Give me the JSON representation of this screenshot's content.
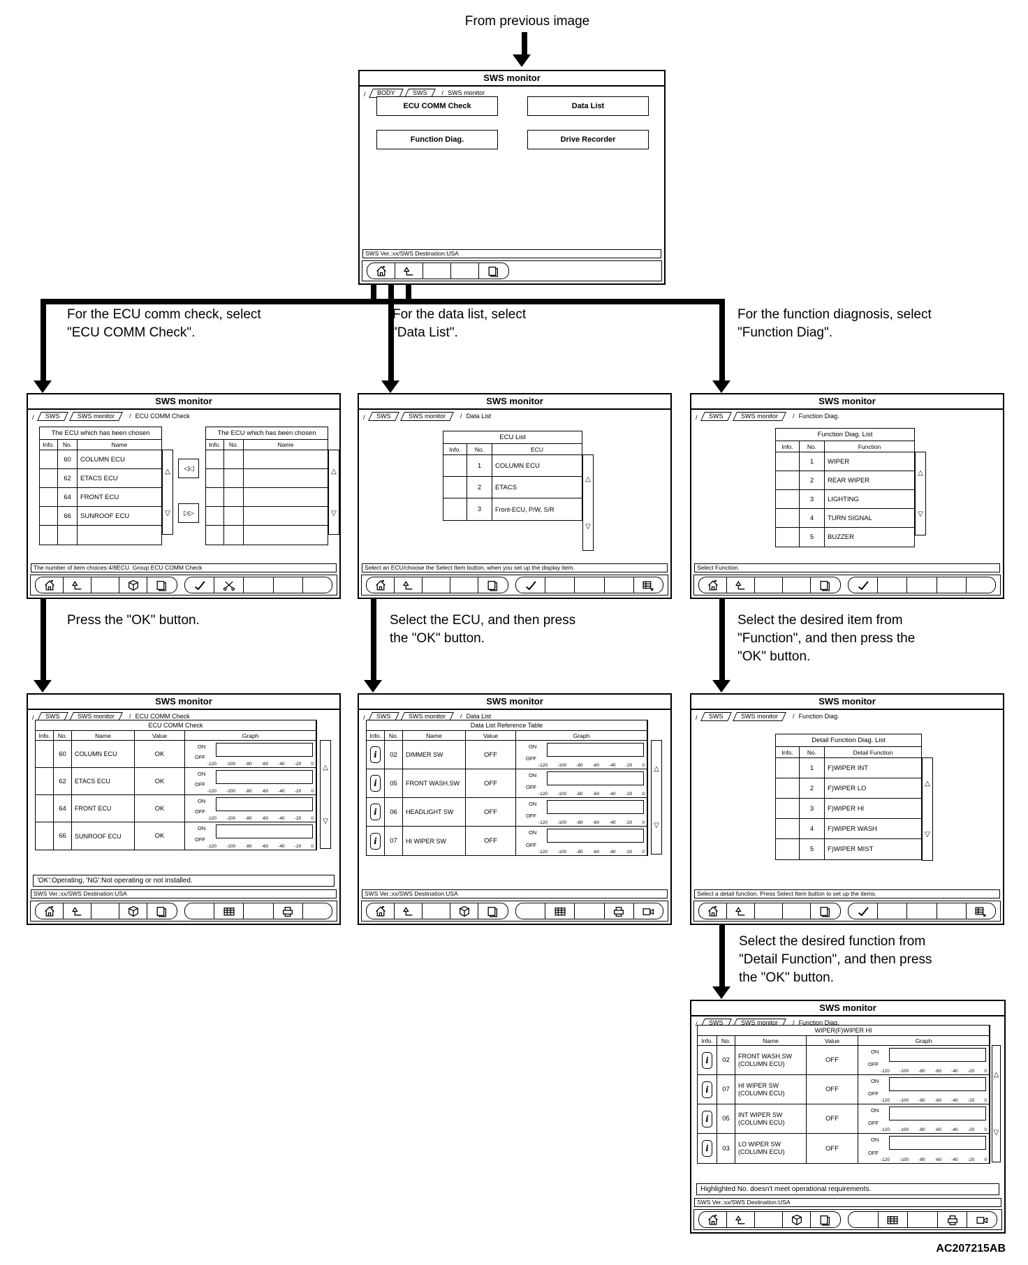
{
  "colors": {
    "ink": "#000000",
    "paper": "#ffffff"
  },
  "flow": {
    "from_previous": "From previous image",
    "branch_ecu": "For the ECU comm check, select\n\"ECU COMM Check\".",
    "branch_data": "For the data list, select\n\"Data List\".",
    "branch_func": "For the function diagnosis, select\n\"Function Diag\".",
    "press_ok": "Press the \"OK\" button.",
    "select_ecu_ok": "Select the ECU, and then press\nthe \"OK\" button.",
    "select_item_ok": "Select the desired item from\n\"Function\", and then press the\n\"OK\" button.",
    "select_detail_ok": "Select the desired function from\n\"Detail Function\", and then press\nthe \"OK\" button.",
    "figure_code": "AC207215AB"
  },
  "shared": {
    "title": "SWS monitor",
    "col_info": "Info.",
    "col_no": "No.",
    "col_name": "Name",
    "col_value": "Value",
    "col_graph": "Graph",
    "status_version": "SWS Ver.:xx/SWS Destination:USA",
    "info_glyph": "i",
    "scroll_up": "△",
    "scroll_down": "▽",
    "graph": {
      "on": "ON",
      "off": "OFF",
      "ticks": [
        "-120",
        "-100",
        "-80",
        "-60",
        "-40",
        "-20",
        "0"
      ]
    }
  },
  "screen_menu": {
    "tabs": [
      "BODY",
      "SWS",
      "SWS monitor"
    ],
    "buttons": [
      "ECU COMM Check",
      "Data List",
      "Function Diag.",
      "Drive Recorder"
    ]
  },
  "screen_ecu_select": {
    "tabs": [
      "SWS",
      "SWS monitor",
      "ECU COMM Check"
    ],
    "caption": "The ECU which has been chosen",
    "rows": [
      {
        "no": "60",
        "name": "COLUMN ECU"
      },
      {
        "no": "62",
        "name": "ETACS ECU"
      },
      {
        "no": "64",
        "name": "FRONT ECU"
      },
      {
        "no": "66",
        "name": "SUNROOF ECU"
      }
    ],
    "move_left": "◁◁",
    "move_right": "▷▷",
    "status": "The number of item choices:4/8ECU. Group ECU COMM Check"
  },
  "screen_ecu_list": {
    "tabs": [
      "SWS",
      "SWS monitor",
      "Data List"
    ],
    "caption": "ECU List",
    "col3": "ECU",
    "rows": [
      {
        "no": "1",
        "name": "COLUMN ECU"
      },
      {
        "no": "2",
        "name": "ETACS"
      },
      {
        "no": "3",
        "name": "Front-ECU, P/W, S/R"
      }
    ],
    "status": "Select an ECU/choose the Select Item button, when you set up the display item."
  },
  "screen_func_list": {
    "tabs": [
      "SWS",
      "SWS monitor",
      "Function Diag."
    ],
    "caption": "Function Diag. List",
    "col3": "Function",
    "rows": [
      {
        "no": "1",
        "name": "WIPER"
      },
      {
        "no": "2",
        "name": "REAR WIPER"
      },
      {
        "no": "3",
        "name": "LIGHTING"
      },
      {
        "no": "4",
        "name": "TURN SIGNAL"
      },
      {
        "no": "5",
        "name": "BUZZER"
      }
    ],
    "status": "Select Function."
  },
  "screen_ecu_result": {
    "tabs": [
      "SWS",
      "SWS monitor",
      "ECU COMM Check"
    ],
    "caption": "ECU COMM Check",
    "rows": [
      {
        "no": "60",
        "name": "COLUMN ECU",
        "value": "OK"
      },
      {
        "no": "62",
        "name": "ETACS ECU",
        "value": "OK"
      },
      {
        "no": "64",
        "name": "FRONT ECU",
        "value": "OK"
      },
      {
        "no": "66",
        "name": "SUNROOF ECU",
        "value": "OK"
      }
    ],
    "note": "'OK':Operating, 'NG':Not operating or not installed."
  },
  "screen_data_list": {
    "tabs": [
      "SWS",
      "SWS monitor",
      "Data List"
    ],
    "caption": "Data List Reference Table",
    "rows": [
      {
        "no": "02",
        "name": "DIMMER SW",
        "value": "OFF"
      },
      {
        "no": "05",
        "name": "FRONT WASH.SW",
        "value": "OFF"
      },
      {
        "no": "06",
        "name": "HEADLIGHT SW",
        "value": "OFF"
      },
      {
        "no": "07",
        "name": "HI WIPER SW",
        "value": "OFF"
      }
    ]
  },
  "screen_detail_func": {
    "tabs": [
      "SWS",
      "SWS monitor",
      "Function Diag."
    ],
    "caption": "Detail Function Diag. List",
    "col3": "Detail Function",
    "rows": [
      {
        "no": "1",
        "name": "F)WIPER INT"
      },
      {
        "no": "2",
        "name": "F)WIPER LO"
      },
      {
        "no": "3",
        "name": "F)WIPER HI"
      },
      {
        "no": "4",
        "name": "F)WIPER WASH"
      },
      {
        "no": "5",
        "name": "F)WIPER MIST"
      }
    ],
    "status": "Select a detail function. Press Select Item button to set up the items."
  },
  "screen_wiper_hi": {
    "tabs": [
      "SWS",
      "SWS monitor",
      "Function Diag."
    ],
    "caption": "WIPER(F)WIPER HI",
    "rows": [
      {
        "no": "02",
        "name": "FRONT WASH.SW\n(COLUMN ECU)",
        "value": "OFF"
      },
      {
        "no": "07",
        "name": "HI WIPER SW\n(COLUMN ECU)",
        "value": "OFF"
      },
      {
        "no": "05",
        "name": "INT WIPER SW\n(COLUMN ECU)",
        "value": "OFF"
      },
      {
        "no": "03",
        "name": "LO WIPER SW\n(COLUMN ECU)",
        "value": "OFF"
      }
    ],
    "note": "Highlighted No. doesn't meet operational requirements."
  },
  "icons": {
    "home-icon": "house",
    "return-icon": "bent arrow pointing up",
    "pages-icon": "stacked pages / copy",
    "cube-icon": "3D parts box",
    "ok-check-icon": "checkmark",
    "scissors-icon": "crossed scissors / delete",
    "data-table-icon": "grid table",
    "printer-icon": "printer",
    "recorder-icon": "video recorder camera",
    "select-item-icon": "grid with pencil arrow",
    "info-icon": "letter i in rounded box",
    "scroll-up-icon": "outline triangle up",
    "scroll-down-icon": "outline triangle down"
  }
}
